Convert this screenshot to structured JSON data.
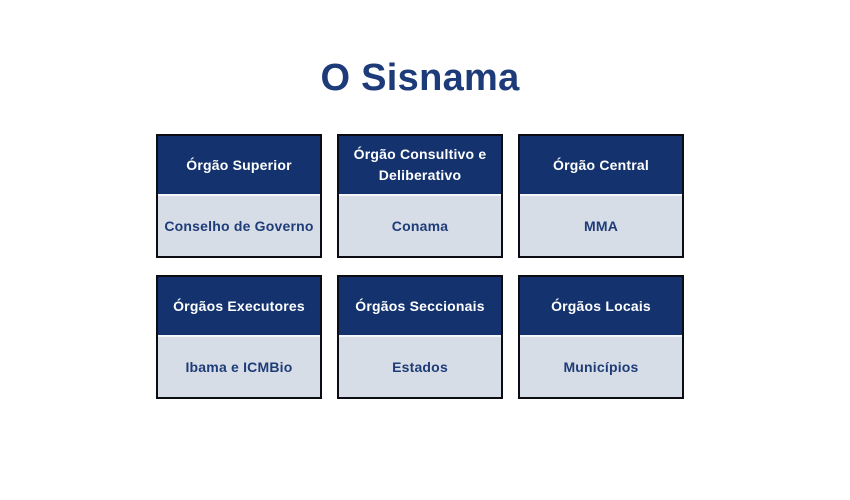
{
  "title": {
    "text": "O Sisnama"
  },
  "colors": {
    "header_bg": "#14336e",
    "body_bg": "#d7dde6",
    "border": "#0c0c14",
    "divider": "#f4f6f9",
    "header_text": "#ffffff",
    "body_text": "#1e3c78",
    "title_color": "#1d3b78",
    "page_bg": "#ffffff"
  },
  "boxes": [
    {
      "header": "Órgão Superior",
      "body": "Conselho de Governo"
    },
    {
      "header": "Órgão Consultivo e Deliberativo",
      "body": "Conama"
    },
    {
      "header": "Órgão Central",
      "body": "MMA"
    },
    {
      "header": "Órgãos Executores",
      "body": "Ibama e ICMBio"
    },
    {
      "header": "Órgãos Seccionais",
      "body": "Estados"
    },
    {
      "header": "Órgãos Locais",
      "body": "Municípios"
    }
  ]
}
